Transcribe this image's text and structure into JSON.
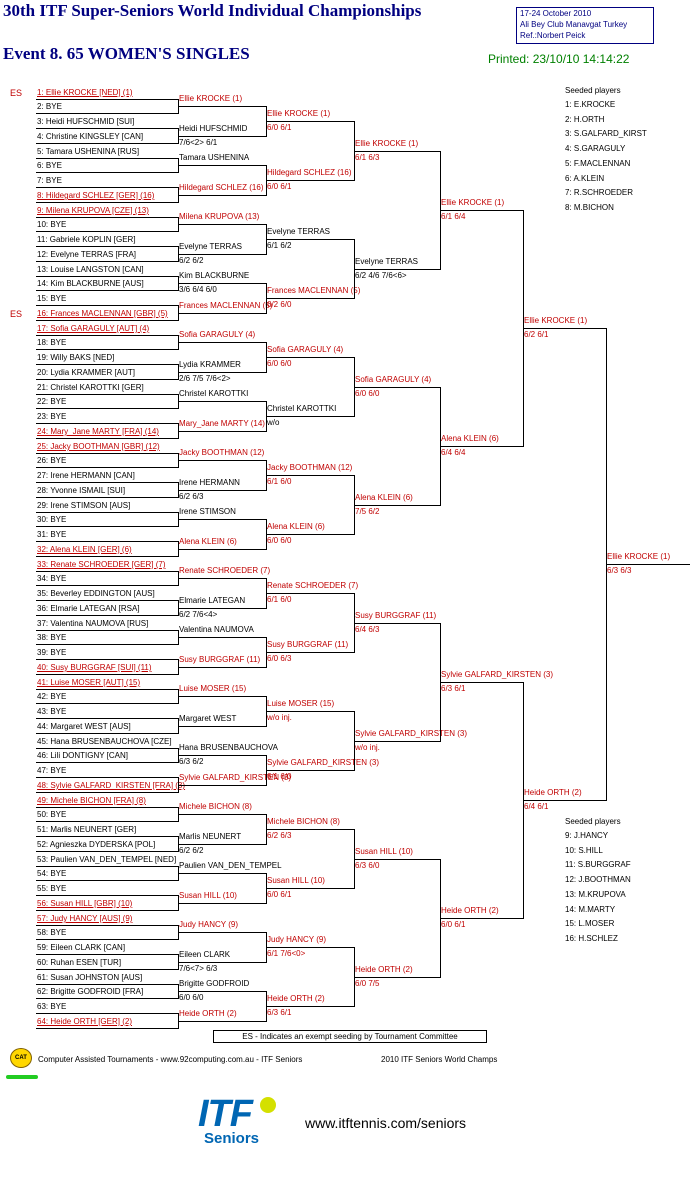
{
  "header": {
    "title": "30th ITF Super-Seniors World Individual Championships",
    "event": "Event 8. 65 WOMEN'S SINGLES",
    "info_line1": "17-24 October 2010",
    "info_line2": "Ali Bey Club Manavgat   Turkey",
    "info_line3": "Ref.:Norbert Peick",
    "printed": "Printed: 23/10/10 14:14:22"
  },
  "es_labels": [
    "ES",
    "ES"
  ],
  "draw": [
    "1: Ellie KROCKE [NED] (1)",
    "2: BYE",
    "3: Heidi HUFSCHMID [SUI]",
    "4: Christine KINGSLEY [CAN]",
    "5: Tamara USHENINA [RUS]",
    "6: BYE",
    "7: BYE",
    "8: Hildegard SCHLEZ [GER] (16)",
    "9: Milena KRUPOVA [CZE] (13)",
    "10: BYE",
    "11: Gabriele KOPLIN [GER]",
    "12: Evelyne TERRAS [FRA]",
    "13: Louise LANGSTON [CAN]",
    "14: Kim BLACKBURNE [AUS]",
    "15: BYE",
    "16: Frances MACLENNAN [GBR] (5)",
    "17: Sofia GARAGULY [AUT] (4)",
    "18: BYE",
    "19: Willy BAKS [NED]",
    "20: Lydia KRAMMER [AUT]",
    "21: Christel KAROTTKI [GER]",
    "22: BYE",
    "23: BYE",
    "24: Mary_Jane MARTY [FRA] (14)",
    "25: Jacky BOOTHMAN [GBR] (12)",
    "26: BYE",
    "27: Irene HERMANN [CAN]",
    "28: Yvonne ISMAIL [SUI]",
    "29: Irene STIMSON [AUS]",
    "30: BYE",
    "31: BYE",
    "32: Alena KLEIN [GER] (6)",
    "33: Renate SCHROEDER [GER] (7)",
    "34: BYE",
    "35: Beverley EDDINGTON [AUS]",
    "36: Elmarie LATEGAN [RSA]",
    "37: Valentina NAUMOVA [RUS]",
    "38: BYE",
    "39: BYE",
    "40: Susy BURGGRAF [SUI] (11)",
    "41: Luise MOSER [AUT] (15)",
    "42: BYE",
    "43: BYE",
    "44: Margaret WEST [AUS]",
    "45: Hana BRUSENBAUCHOVA [CZE]",
    "46: Lili DONTIGNY [CAN]",
    "47: BYE",
    "48: Sylvie GALFARD_KIRSTEN [FRA] (3)",
    "49: Michele BICHON [FRA] (8)",
    "50: BYE",
    "51: Marlis NEUNERT [GER]",
    "52: Agnieszka DYDERSKA [POL]",
    "53: Paulien VAN_DEN_TEMPEL [NED]",
    "54: BYE",
    "55: BYE",
    "56: Susan HILL [GBR] (10)",
    "57: Judy HANCY [AUS] (9)",
    "58: BYE",
    "59: Eileen CLARK [CAN]",
    "60: Ruhan ESEN [TUR]",
    "61: Susan JOHNSTON [AUS]",
    "62: Brigitte GODFROID [FRA]",
    "63: BYE",
    "64: Heide ORTH [GER] (2)"
  ],
  "round1": [
    {
      "name": "Ellie KROCKE (1)",
      "score": ""
    },
    {
      "name": "Heidi HUFSCHMID",
      "score": "7/6<2> 6/1"
    },
    {
      "name": "Tamara USHENINA",
      "score": ""
    },
    {
      "name": "Hildegard SCHLEZ (16)",
      "score": ""
    },
    {
      "name": "Milena KRUPOVA (13)",
      "score": ""
    },
    {
      "name": "Evelyne TERRAS",
      "score": "6/2 6/2"
    },
    {
      "name": "Kim BLACKBURNE",
      "score": "3/6 6/4 6/0"
    },
    {
      "name": "Frances MACLENNAN (5)",
      "score": ""
    },
    {
      "name": "Sofia GARAGULY (4)",
      "score": ""
    },
    {
      "name": "Lydia KRAMMER",
      "score": "2/6 7/5 7/6<2>"
    },
    {
      "name": "Christel KAROTTKI",
      "score": ""
    },
    {
      "name": "Mary_Jane MARTY (14)",
      "score": ""
    },
    {
      "name": "Jacky BOOTHMAN (12)",
      "score": ""
    },
    {
      "name": "Irene HERMANN",
      "score": "6/2 6/3"
    },
    {
      "name": "Irene STIMSON",
      "score": ""
    },
    {
      "name": "Alena KLEIN (6)",
      "score": ""
    },
    {
      "name": "Renate SCHROEDER (7)",
      "score": ""
    },
    {
      "name": "Elmarie LATEGAN",
      "score": "6/2 7/6<4>"
    },
    {
      "name": "Valentina NAUMOVA",
      "score": ""
    },
    {
      "name": "Susy BURGGRAF (11)",
      "score": ""
    },
    {
      "name": "Luise MOSER (15)",
      "score": ""
    },
    {
      "name": "Margaret WEST",
      "score": ""
    },
    {
      "name": "Hana BRUSENBAUCHOVA",
      "score": "6/3 6/2"
    },
    {
      "name": "Sylvie GALFARD_KIRSTEN (3)",
      "score": ""
    },
    {
      "name": "Michele BICHON (8)",
      "score": ""
    },
    {
      "name": "Marlis NEUNERT",
      "score": "6/2 6/2"
    },
    {
      "name": "Paulien VAN_DEN_TEMPEL",
      "score": ""
    },
    {
      "name": "Susan HILL (10)",
      "score": ""
    },
    {
      "name": "Judy HANCY (9)",
      "score": ""
    },
    {
      "name": "Eileen CLARK",
      "score": "7/6<7> 6/3"
    },
    {
      "name": "Brigitte GODFROID",
      "score": "6/0 6/0"
    },
    {
      "name": "Heide ORTH (2)",
      "score": ""
    }
  ],
  "round2": [
    {
      "name": "Ellie KROCKE (1)",
      "score": "6/0 6/1"
    },
    {
      "name": "Hildegard SCHLEZ (16)",
      "score": "6/0 6/1"
    },
    {
      "name": "Evelyne TERRAS",
      "score": "6/1 6/2"
    },
    {
      "name": "Frances MACLENNAN (5)",
      "score": "6/2 6/0"
    },
    {
      "name": "Sofia GARAGULY (4)",
      "score": "6/0 6/0"
    },
    {
      "name": "Christel KAROTTKI",
      "score": "w/o"
    },
    {
      "name": "Jacky BOOTHMAN (12)",
      "score": "6/1 6/0"
    },
    {
      "name": "Alena KLEIN (6)",
      "score": "6/0 6/0"
    },
    {
      "name": "Renate SCHROEDER (7)",
      "score": "6/1 6/0"
    },
    {
      "name": "Susy BURGGRAF (11)",
      "score": "6/0 6/3"
    },
    {
      "name": "Luise MOSER (15)",
      "score": "w/o inj."
    },
    {
      "name": "Sylvie GALFARD_KIRSTEN (3)",
      "score": "6/1 6/0"
    },
    {
      "name": "Michele BICHON (8)",
      "score": "6/2 6/3"
    },
    {
      "name": "Susan HILL (10)",
      "score": "6/0 6/1"
    },
    {
      "name": "Judy HANCY (9)",
      "score": "6/1 7/6<0>"
    },
    {
      "name": "Heide ORTH (2)",
      "score": "6/3 6/1"
    }
  ],
  "round3": [
    {
      "name": "Ellie KROCKE (1)",
      "score": "6/1 6/3"
    },
    {
      "name": "Evelyne TERRAS",
      "score": "6/2 4/6 7/6<6>"
    },
    {
      "name": "Sofia GARAGULY (4)",
      "score": "6/0 6/0"
    },
    {
      "name": "Alena KLEIN (6)",
      "score": "7/5 6/2"
    },
    {
      "name": "Susy BURGGRAF (11)",
      "score": "6/4 6/3"
    },
    {
      "name": "Sylvie GALFARD_KIRSTEN (3)",
      "score": "w/o inj."
    },
    {
      "name": "Susan HILL (10)",
      "score": "6/3 6/0"
    },
    {
      "name": "Heide ORTH (2)",
      "score": "6/0 7/5"
    }
  ],
  "round4": [
    {
      "name": "Ellie KROCKE (1)",
      "score": "6/1 6/4"
    },
    {
      "name": "Alena KLEIN (6)",
      "score": "6/4 6/4"
    },
    {
      "name": "Sylvie GALFARD_KIRSTEN (3)",
      "score": "6/3 6/1"
    },
    {
      "name": "Heide ORTH (2)",
      "score": "6/0 6/1"
    }
  ],
  "round5": [
    {
      "name": "Ellie KROCKE (1)",
      "score": "6/2 6/1"
    },
    {
      "name": "Heide ORTH (2)",
      "score": "6/4 6/1"
    }
  ],
  "final": {
    "name": "Ellie KROCKE (1)",
    "score": "6/3 6/3"
  },
  "seeded_top": {
    "header": "Seeded players",
    "rows": [
      "1: E.KROCKE",
      "2: H.ORTH",
      "3: S.GALFARD_KIRST",
      "4: S.GARAGULY",
      "5: F.MACLENNAN",
      "6: A.KLEIN",
      "7: R.SCHROEDER",
      "8: M.BICHON"
    ]
  },
  "seeded_bottom": {
    "header": "Seeded players",
    "rows": [
      "9: J.HANCY",
      "10: S.HILL",
      "11: S.BURGGRAF",
      "12: J.BOOTHMAN",
      "13: M.KRUPOVA",
      "14: M.MARTY",
      "15: L.MOSER",
      "16: H.SCHLEZ"
    ]
  },
  "legend": "ES - Indicates an exempt seeding by Tournament Committee",
  "footer": {
    "cat_logo": "CAT",
    "left": "Computer Assisted Tournaments - www.92computing.com.au  -  ITF Seniors",
    "right": "2010 ITF Seniors World Champs",
    "itf_logo_text": "ITF",
    "itf_logo_sub": "Seniors",
    "url": "www.itftennis.com/seniors"
  },
  "colors": {
    "title": "#000080",
    "winner": "#c00000",
    "printed": "#008000",
    "logo_ball": "#d4e000"
  }
}
